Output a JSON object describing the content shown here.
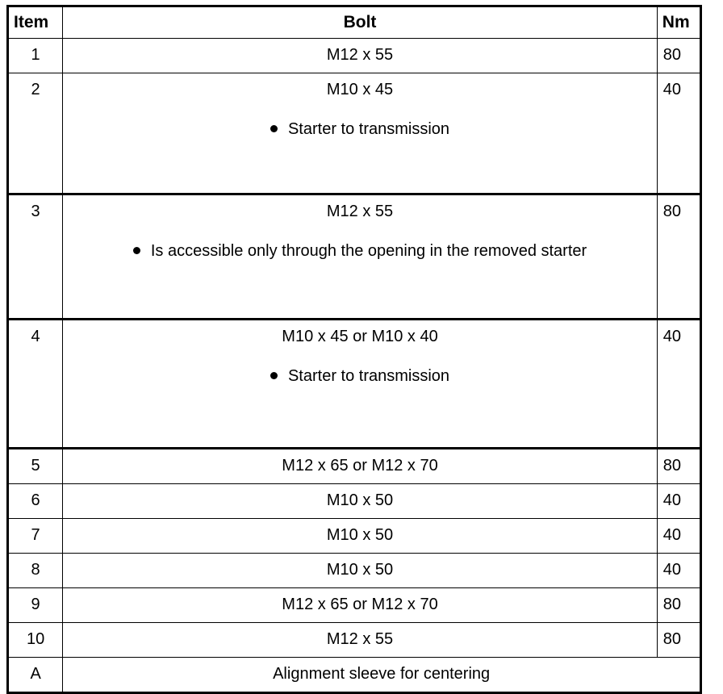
{
  "table": {
    "headers": {
      "item": "Item",
      "bolt": "Bolt",
      "nm": "Nm"
    },
    "rows": [
      {
        "item": "1",
        "bolt": "M12 x 55",
        "note": "",
        "nm": "80"
      },
      {
        "item": "2",
        "bolt": "M10 x 45",
        "note": "Starter to transmission",
        "nm": "40"
      },
      {
        "item": "3",
        "bolt": "M12 x 55",
        "note": "Is accessible only through the opening in the removed starter",
        "nm": "80"
      },
      {
        "item": "4",
        "bolt": "M10 x 45 or M10 x 40",
        "note": "Starter to transmission",
        "nm": "40"
      },
      {
        "item": "5",
        "bolt": "M12 x 65 or M12 x 70",
        "note": "",
        "nm": "80"
      },
      {
        "item": "6",
        "bolt": "M10 x 50",
        "note": "",
        "nm": "40"
      },
      {
        "item": "7",
        "bolt": "M10 x 50",
        "note": "",
        "nm": "40"
      },
      {
        "item": "8",
        "bolt": "M10 x 50",
        "note": "",
        "nm": "40"
      },
      {
        "item": "9",
        "bolt": "M12 x 65 or M12 x 70",
        "note": "",
        "nm": "80"
      },
      {
        "item": "10",
        "bolt": "M12 x 55",
        "note": "",
        "nm": "80"
      }
    ],
    "footer_row": {
      "item": "A",
      "text": "Alignment sleeve for centering"
    },
    "colors": {
      "border": "#000000",
      "background": "#ffffff",
      "text": "#000000"
    }
  }
}
